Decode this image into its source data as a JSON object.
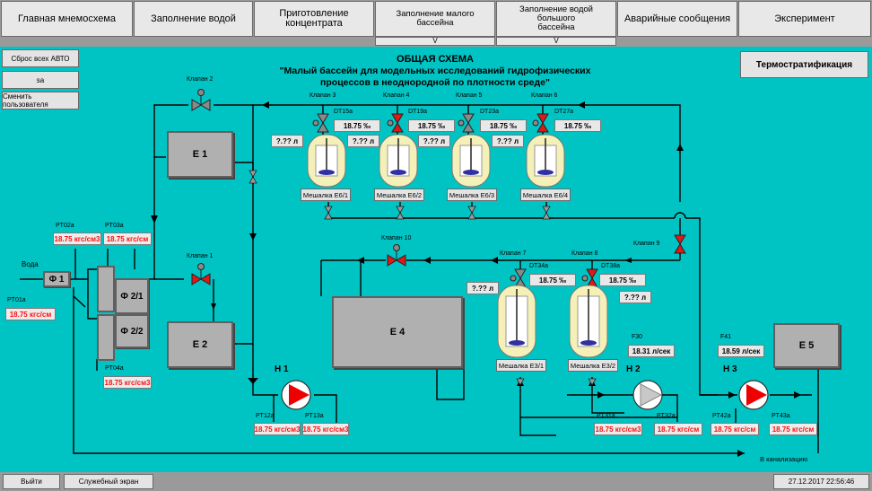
{
  "nav": {
    "main": "Главная мнемосхема",
    "water": "Заполнение водой",
    "concentrate": "Приготовление концентрата",
    "small_pool": "Заполнение малого\nбассейна",
    "small_pool_arrow": "V",
    "big_pool": "Заполнение водой\nбольшого\nбассейна",
    "big_pool_arrow": "V",
    "alarms": "Аварийные сообщения",
    "experiment": "Эксперимент"
  },
  "side": {
    "reset": "Сброс всех АВТО",
    "user": "sa",
    "change_user": "Сменить пользователя",
    "thermo": "Термостратификация"
  },
  "title": {
    "head": "ОБЩАЯ СХЕМА",
    "l1": "\"Малый бассейн для модельных исследований гидрофизических",
    "l2": "процессов в неоднородной по плотности среде\""
  },
  "valves": {
    "k1": "Клапан 1",
    "k2": "Клапан 2",
    "k3": "Клапан 3",
    "k4": "Клапан 4",
    "k5": "Клапан 5",
    "k6": "Клапан 6",
    "k7": "Клапан 7",
    "k8": "Клапан 8",
    "k9": "Клапан 9",
    "k10": "Клапан 10"
  },
  "tanks": {
    "e1": "Е 1",
    "e2": "Е 2",
    "e4": "Е 4",
    "e5": "Е 5"
  },
  "filters": {
    "f1": "Ф 1",
    "f21": "Ф 2/1",
    "f22": "Ф 2/2"
  },
  "pumps": {
    "h1": "Н 1",
    "h2": "Н 2",
    "h3": "Н 3"
  },
  "labels": {
    "voda": "Вода",
    "drain": "В канализацию"
  },
  "sensors": {
    "pt01a": {
      "tag": "PT01a",
      "value": "18.75 кгс/см"
    },
    "pt02a": {
      "tag": "PT02a",
      "value": "18.75 кгс/см3"
    },
    "pt03a": {
      "tag": "PT03a",
      "value": "18.75 кгс/см"
    },
    "pt04a": {
      "tag": "PT04a",
      "value": "18.75 кгс/см3"
    },
    "pt12a": {
      "tag": "PT12a",
      "value": "18.75 кгс/см3"
    },
    "pt13a": {
      "tag": "PT13a",
      "value": "18.75 кгс/см3"
    },
    "pt31a": {
      "tag": "PT31a",
      "value": "18.75 кгс/см3"
    },
    "pt32a": {
      "tag": "PT32a",
      "value": "18.75 кгс/см"
    },
    "pt42a": {
      "tag": "PT42a",
      "value": "18.75 кгс/см"
    },
    "pt43a": {
      "tag": "PT43a",
      "value": "18.75 кгс/см"
    },
    "dt15a": {
      "tag": "DT15a",
      "value": "18.75 ‰"
    },
    "dt19a": {
      "tag": "DT19a",
      "value": "18.75 ‰"
    },
    "dt23a": {
      "tag": "DT23a",
      "value": "18.75 ‰"
    },
    "dt27a": {
      "tag": "DT27a",
      "value": "18.75 ‰"
    },
    "dt34a": {
      "tag": "DT34a",
      "value": "18.75 ‰"
    },
    "dt38a": {
      "tag": "DT38a",
      "value": "18.75 ‰"
    },
    "f30": {
      "tag": "F30",
      "value": "18.31 л/сек"
    },
    "f41": {
      "tag": "F41",
      "value": "18.59 л/сек"
    }
  },
  "levels": {
    "l61": "?.?? л",
    "l62": "?.?? л",
    "l63": "?.?? л",
    "l64": "?.?? л",
    "l31": "?.?? л",
    "l32": "?.?? л"
  },
  "mixers": {
    "m61": "Мешалка Е6/1",
    "m62": "Мешалка Е6/2",
    "m63": "Мешалка Е6/3",
    "m64": "Мешалка Е6/4",
    "m31": "Мешалка Е3/1",
    "m32": "Мешалка Е3/2"
  },
  "bottom": {
    "exit": "Выйти",
    "service": "Служебный экран",
    "datetime": "27.12.2017 22:56:46"
  },
  "colors": {
    "background": "#00c4c4",
    "alarm_text": "#ff1010",
    "valve_open": "#d01818"
  }
}
